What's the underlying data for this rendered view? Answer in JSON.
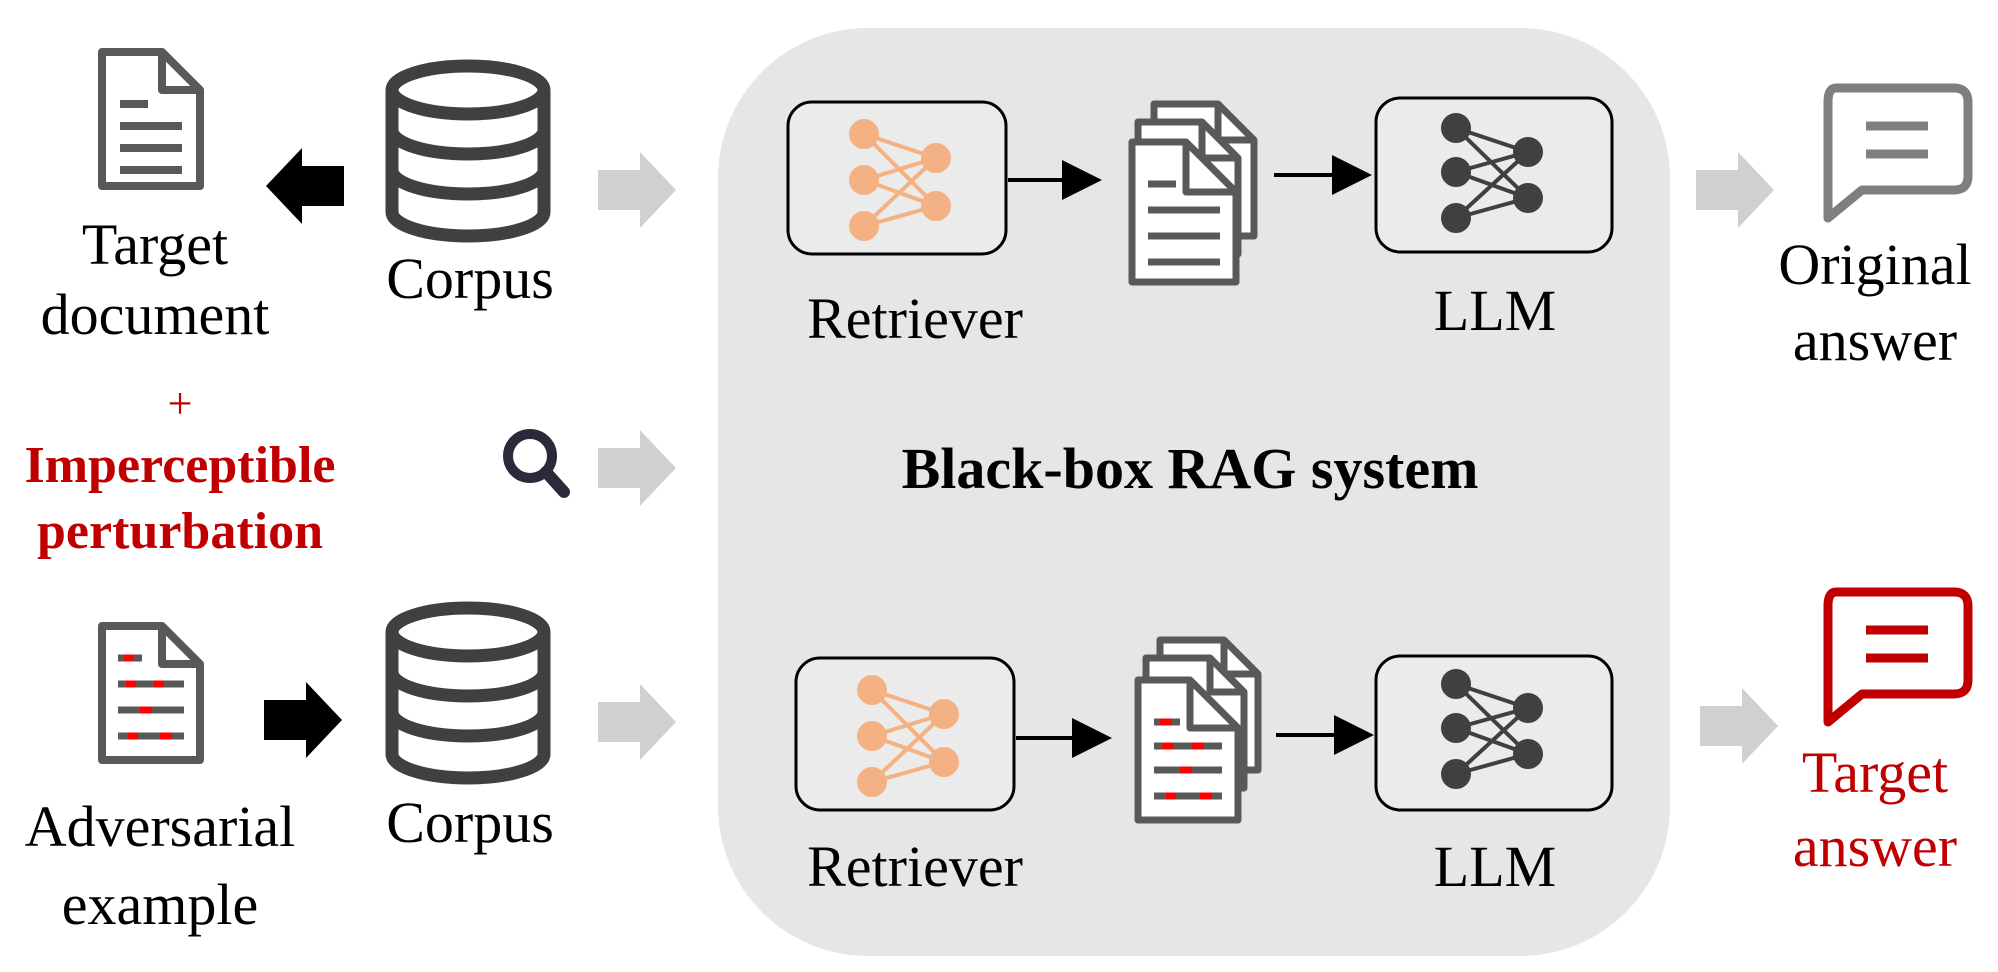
{
  "top_row": {
    "target_label_line1": "Target",
    "target_label_line2": "document",
    "corpus_label": "Corpus",
    "retriever_label": "Retriever",
    "llm_label": "LLM",
    "answer_label_line1": "Original",
    "answer_label_line2": "answer"
  },
  "middle_row": {
    "plus_sign": "+",
    "perturbation_line1": "Imperceptible",
    "perturbation_line2": "perturbation",
    "system_title": "Black-box RAG system"
  },
  "bottom_row": {
    "adversarial_label_line1": "Adversarial",
    "adversarial_label_line2": "example",
    "corpus_label": "Corpus",
    "retriever_label": "Retriever",
    "llm_label": "LLM",
    "answer_label_line1": "Target",
    "answer_label_line2": "answer"
  },
  "colors": {
    "panel_fill": "#e6e6e6",
    "icon_gray": "#595959",
    "icon_dark": "#404040",
    "retriever_orange": "#f4b183",
    "accent_red": "#c00000",
    "arrow_light": "#d0d0d0",
    "search_icon_dark": "#2a2a3a"
  },
  "icons": {
    "document": "document-icon",
    "adversarial_document": "adversarial-document-icon",
    "database": "database-icon",
    "neural_net": "neural-network-icon",
    "stacked_docs": "stacked-documents-icon",
    "chat_bubble": "chat-bubble-icon",
    "search": "search-icon"
  }
}
